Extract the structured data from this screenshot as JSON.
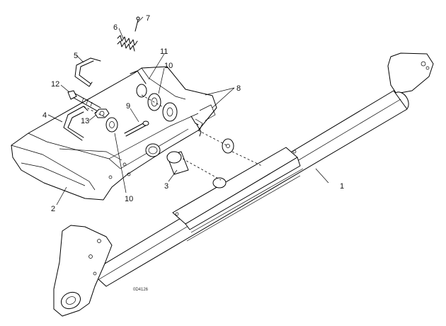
{
  "callouts": {
    "c1": "1",
    "c2": "2",
    "c3": "3",
    "c4": "4",
    "c5": "5",
    "c6": "6",
    "c7": "7",
    "c8": "8",
    "c9": "9",
    "c10a": "10",
    "c10b": "10",
    "c11": "11",
    "c12": "12",
    "c13": "13"
  },
  "drawing_code": "0D4126"
}
